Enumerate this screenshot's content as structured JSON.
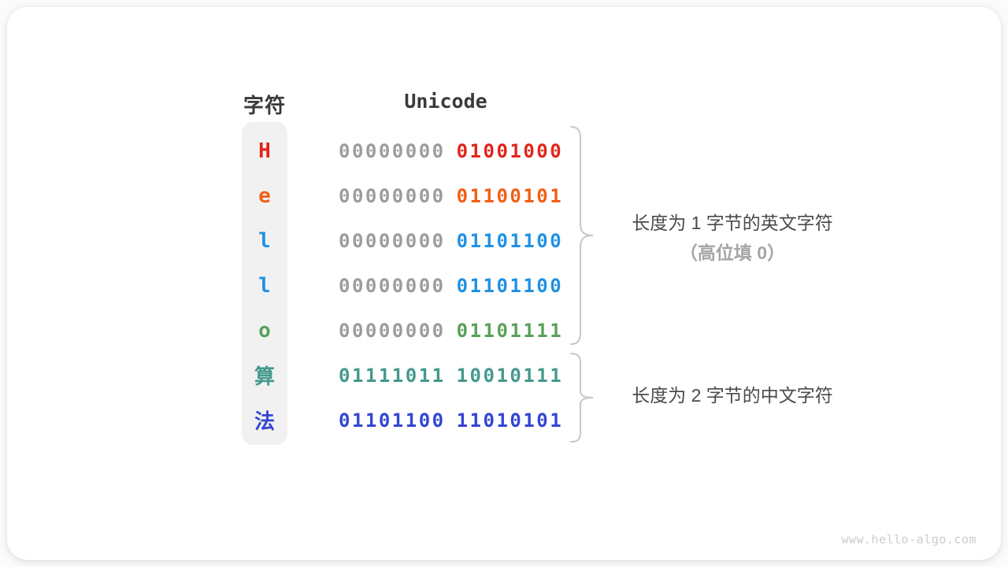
{
  "header": {
    "char_col": "字符",
    "unicode_col": "Unicode"
  },
  "colors": {
    "gray_byte": "#9c9c9c",
    "red": "#e1251b",
    "orange": "#f05f16",
    "blue": "#2191e2",
    "green": "#58a15a",
    "teal": "#44998c",
    "indigo": "#3346d3",
    "pill_bg": "#f1f1f1",
    "brace": "#c6c6c6"
  },
  "rows": [
    {
      "char": "H",
      "char_color": "#e1251b",
      "byte1": "00000000",
      "byte1_color": "#9c9c9c",
      "byte2": "01001000",
      "byte2_color": "#e1251b"
    },
    {
      "char": "e",
      "char_color": "#f05f16",
      "byte1": "00000000",
      "byte1_color": "#9c9c9c",
      "byte2": "01100101",
      "byte2_color": "#f05f16"
    },
    {
      "char": "l",
      "char_color": "#2191e2",
      "byte1": "00000000",
      "byte1_color": "#9c9c9c",
      "byte2": "01101100",
      "byte2_color": "#2191e2"
    },
    {
      "char": "l",
      "char_color": "#2191e2",
      "byte1": "00000000",
      "byte1_color": "#9c9c9c",
      "byte2": "01101100",
      "byte2_color": "#2191e2"
    },
    {
      "char": "o",
      "char_color": "#58a15a",
      "byte1": "00000000",
      "byte1_color": "#9c9c9c",
      "byte2": "01101111",
      "byte2_color": "#58a15a"
    },
    {
      "char": "算",
      "char_color": "#44998c",
      "byte1": "01111011",
      "byte1_color": "#44998c",
      "byte2": "10010111",
      "byte2_color": "#44998c"
    },
    {
      "char": "法",
      "char_color": "#3346d3",
      "byte1": "01101100",
      "byte1_color": "#3346d3",
      "byte2": "11010101",
      "byte2_color": "#3346d3"
    }
  ],
  "annotations": [
    {
      "line1": "长度为 1 字节的英文字符",
      "line2": "（高位填 0）"
    },
    {
      "line1": "长度为 2 字节的中文字符"
    }
  ],
  "watermark": "www.hello-algo.com"
}
